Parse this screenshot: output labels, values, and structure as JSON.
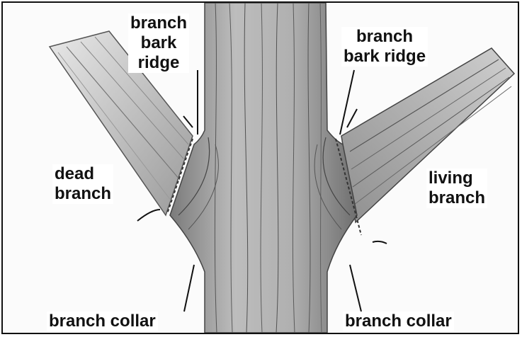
{
  "labels": {
    "left_ridge": [
      "branch",
      "bark",
      "ridge"
    ],
    "right_ridge": [
      "branch",
      "bark ridge"
    ],
    "dead_branch": [
      "dead",
      "branch"
    ],
    "living_branch": [
      "living",
      "branch"
    ],
    "left_collar": "branch collar",
    "right_collar": "branch collar"
  },
  "colors": {
    "label_text": "#111111",
    "label_background": "#ffffff",
    "bark_light": "#d6d6d6",
    "bark_dark": "#4a4a4a",
    "frame": "#111111"
  }
}
